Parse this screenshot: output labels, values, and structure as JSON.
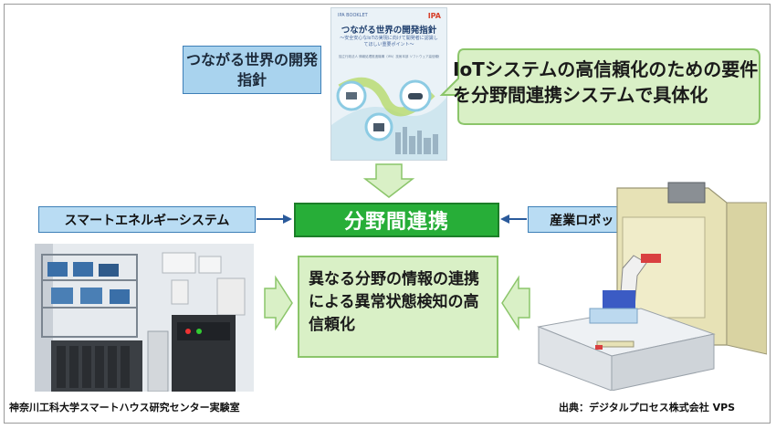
{
  "guide_title": "つながる世界の開発指針",
  "book": {
    "header": "IPA BOOKLET",
    "logo": "IPA",
    "title": "つながる世界の開発指針",
    "subtitle": "～安全安心なIoTの実現に向けて開発者に認識してほしい重要ポイント～",
    "footer": "独立行政法人 情報処理推進機構（IPA）技術本部 ソフトウェア高信頼化センター"
  },
  "bubble_text": "IoTシステムの高信頼化のための要件を分野間連携システムで具体化",
  "center_label": "分野間連携",
  "left_system": "スマートエネルギーシステム",
  "right_system": "産業ロボットシステム",
  "result_text": "異なる分野の情報の連携による異常状態検知の高信頼化",
  "caption_left": "神奈川工科大学スマートハウス研究センター実験室",
  "caption_right": "出典：デジタルプロセス株式会社 VPS",
  "colors": {
    "center_green": "#27ae38",
    "side_blue": "#b9dcf3",
    "bubble_green": "#d9f0c6",
    "arrow_blue": "#2a5a9b"
  }
}
